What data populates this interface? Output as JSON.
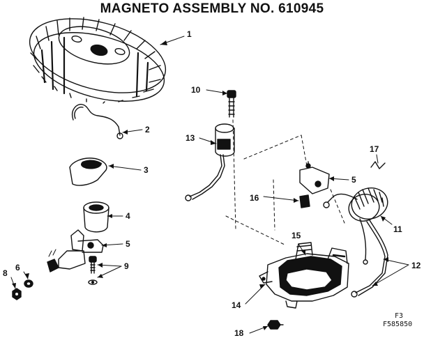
{
  "title": "MAGNETO ASSEMBLY NO. 610945",
  "callouts": [
    {
      "number": "1",
      "part": "flywheel"
    },
    {
      "number": "2",
      "part": "wire-clip"
    },
    {
      "number": "3",
      "part": "shield"
    },
    {
      "number": "4",
      "part": "sleeve"
    },
    {
      "number": "5",
      "part": "bracket"
    },
    {
      "number": "5",
      "part": "bracket"
    },
    {
      "number": "6",
      "part": "washer"
    },
    {
      "number": "8",
      "part": "nut"
    },
    {
      "number": "9",
      "part": "screw"
    },
    {
      "number": "10",
      "part": "screw"
    },
    {
      "number": "11",
      "part": "coil"
    },
    {
      "number": "12",
      "part": "lead-wire"
    },
    {
      "number": "13",
      "part": "condenser"
    },
    {
      "number": "14",
      "part": "base-plate"
    },
    {
      "number": "15",
      "part": "points"
    },
    {
      "number": "16",
      "part": "clip"
    },
    {
      "number": "17",
      "part": "wire"
    },
    {
      "number": "18",
      "part": "screw"
    }
  ],
  "figure_code_1": "F3",
  "figure_code_2": "F585850"
}
